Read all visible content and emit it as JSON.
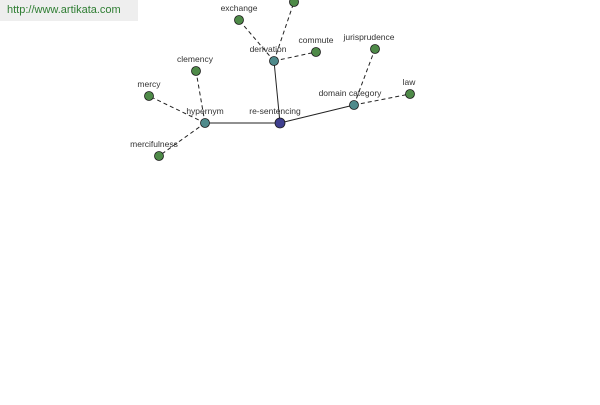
{
  "watermark": {
    "url": "http://www.artikata.com"
  },
  "colors": {
    "root": "#3f3f8f",
    "relation": "#4f8a8b",
    "leaf": "#4e8a48",
    "edge": "#222222"
  },
  "graph": {
    "nodes": [
      {
        "id": "re-sentencing",
        "label": "re-sentencing",
        "kind": "root"
      },
      {
        "id": "hypernym",
        "label": "hypernym",
        "kind": "relation"
      },
      {
        "id": "derivation",
        "label": "derivation",
        "kind": "relation"
      },
      {
        "id": "domain-category",
        "label": "domain category",
        "kind": "relation"
      },
      {
        "id": "mercy",
        "label": "mercy",
        "kind": "leaf"
      },
      {
        "id": "clemency",
        "label": "clemency",
        "kind": "leaf"
      },
      {
        "id": "mercifulness",
        "label": "mercifulness",
        "kind": "leaf"
      },
      {
        "id": "exchange",
        "label": "exchange",
        "kind": "leaf"
      },
      {
        "id": "offscreen",
        "label": "",
        "kind": "leaf"
      },
      {
        "id": "commute",
        "label": "commute",
        "kind": "leaf"
      },
      {
        "id": "jurisprudence",
        "label": "jurisprudence",
        "kind": "leaf"
      },
      {
        "id": "law",
        "label": "law",
        "kind": "leaf"
      }
    ],
    "edges": [
      {
        "from": "re-sentencing",
        "to": "hypernym",
        "style": "solid"
      },
      {
        "from": "re-sentencing",
        "to": "derivation",
        "style": "solid"
      },
      {
        "from": "re-sentencing",
        "to": "domain-category",
        "style": "solid"
      },
      {
        "from": "hypernym",
        "to": "mercy",
        "style": "dashed"
      },
      {
        "from": "hypernym",
        "to": "clemency",
        "style": "dashed"
      },
      {
        "from": "hypernym",
        "to": "mercifulness",
        "style": "dashed"
      },
      {
        "from": "derivation",
        "to": "exchange",
        "style": "dashed"
      },
      {
        "from": "derivation",
        "to": "offscreen",
        "style": "dashed"
      },
      {
        "from": "derivation",
        "to": "commute",
        "style": "dashed"
      },
      {
        "from": "domain-category",
        "to": "jurisprudence",
        "style": "dashed"
      },
      {
        "from": "domain-category",
        "to": "law",
        "style": "dashed"
      }
    ]
  }
}
